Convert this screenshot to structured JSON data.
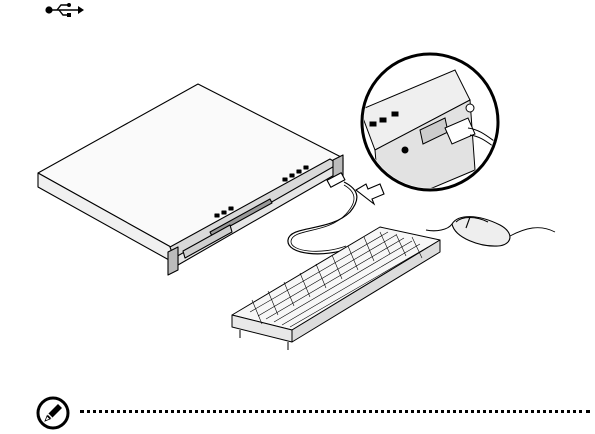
{
  "header": {
    "symbol_icon": "usb-icon"
  },
  "figure": {
    "illustration_icon": "server-keyboard-mouse-usb-connection",
    "inset_icon": "magnified-usb-port-inset",
    "arrow_icon": "insertion-arrow"
  },
  "note": {
    "icon": "note-pencil-icon"
  },
  "colors": {
    "line": "#000000",
    "background": "#ffffff",
    "shading": "#d9d9d9"
  }
}
